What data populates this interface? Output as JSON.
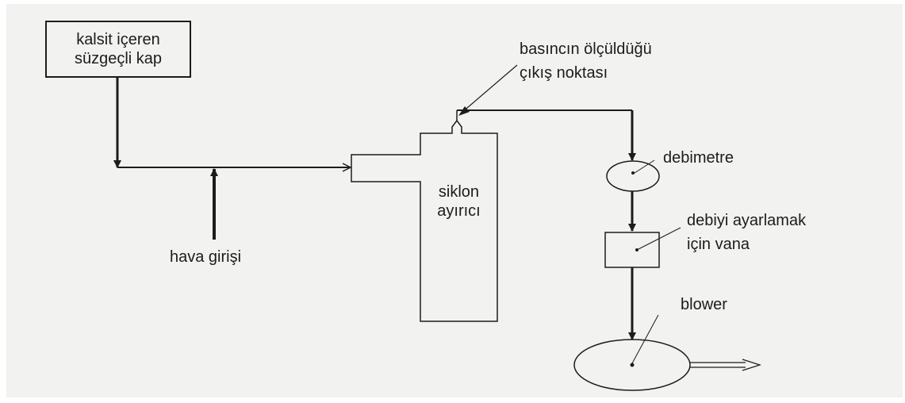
{
  "diagram": {
    "container_label_line1": "kalsit içeren",
    "container_label_line2": "süzgeçli kap",
    "air_inlet_label": "hava girişi",
    "cyclone_label_line1": "siklon",
    "cyclone_label_line2": "ayırıcı",
    "pressure_point_label_line1": "basıncın ölçüldüğü",
    "pressure_point_label_line2": "çıkış noktası",
    "flowmeter_label": "debimetre",
    "valve_label_line1": "debiyi ayarlamak",
    "valve_label_line2": "için vana",
    "blower_label": "blower"
  },
  "colors": {
    "background": "#f2f2f0",
    "line": "#1c1c1c"
  }
}
